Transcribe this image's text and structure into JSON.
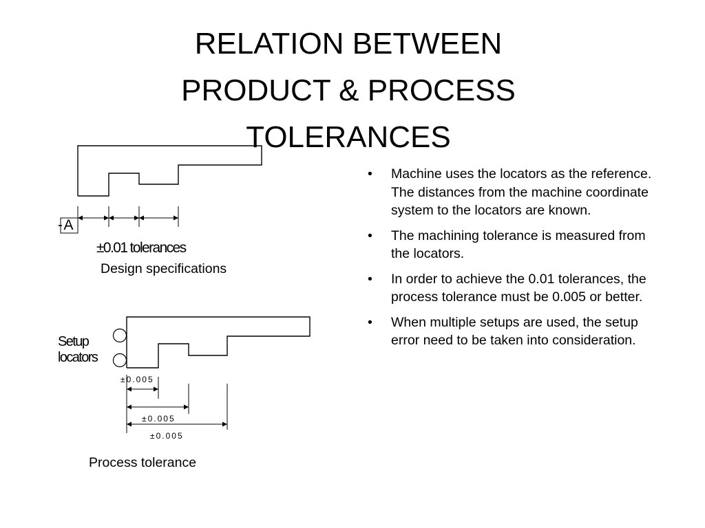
{
  "slide": {
    "title_lines": [
      "RELATION BETWEEN",
      "PRODUCT & PROCESS",
      "TOLERANCES"
    ],
    "bullets": [
      {
        "marker": "•",
        "text": "Machine uses the locators as the reference. The distances from the machine coordinate system to the locators are known."
      },
      {
        "marker": "•",
        "text": "The machining tolerance is measured from the locators."
      },
      {
        "marker": "•",
        "text": "In order to achieve the 0.01 tolerances, the process tolerance must be 0.005 or better."
      },
      {
        "marker": "•",
        "text": "When multiple setups are used, the setup error need to be taken into consideration."
      }
    ]
  },
  "design_diagram": {
    "datum_label": "- A",
    "tolerance_label": "±0.01  tolerances",
    "caption": "Design specifications"
  },
  "process_diagram": {
    "locator_label_line1": "Setup",
    "locator_label_line2": "locators",
    "tolerance_1": "±0.005",
    "tolerance_2": "±0.005",
    "tolerance_3": "±0.005",
    "caption": "Process tolerance"
  }
}
